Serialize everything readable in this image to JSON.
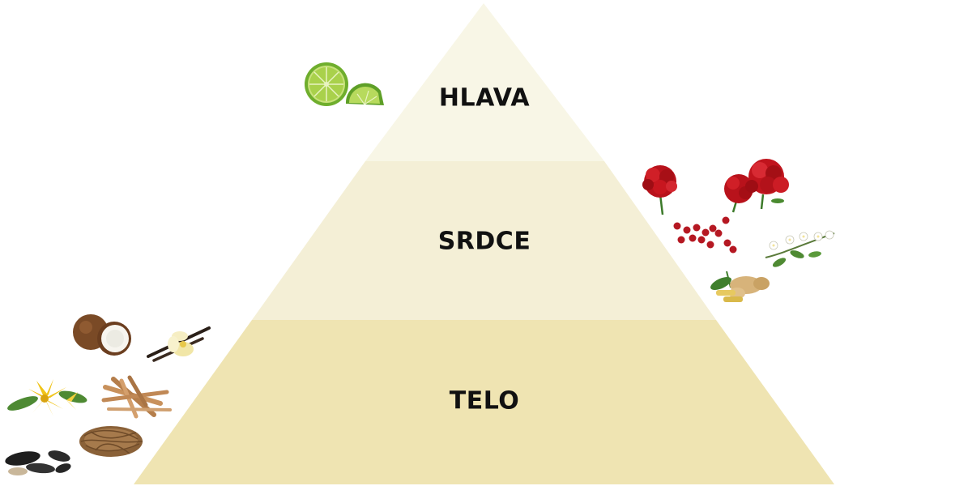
{
  "pyramid": {
    "tiers": [
      {
        "label": "HLAVA",
        "color": "#f8f6e6"
      },
      {
        "label": "SRDCE",
        "color": "#f4efd6"
      },
      {
        "label": "TELO",
        "color": "#efe4b2"
      }
    ]
  },
  "illustrations": {
    "head_notes": [
      {
        "icon": "lime-icon"
      }
    ],
    "heart_notes": [
      {
        "icon": "carnation-icon"
      },
      {
        "icon": "red-carnation-cluster-icon"
      },
      {
        "icon": "red-berries-icon"
      },
      {
        "icon": "jasmine-branch-icon"
      },
      {
        "icon": "ginger-root-icon"
      }
    ],
    "base_notes": [
      {
        "icon": "coconut-icon"
      },
      {
        "icon": "vanilla-flower-icon"
      },
      {
        "icon": "ylang-ylang-flower-icon"
      },
      {
        "icon": "sandalwood-sticks-icon"
      },
      {
        "icon": "tonka-beans-icon"
      },
      {
        "icon": "vetiver-root-icon"
      }
    ]
  }
}
